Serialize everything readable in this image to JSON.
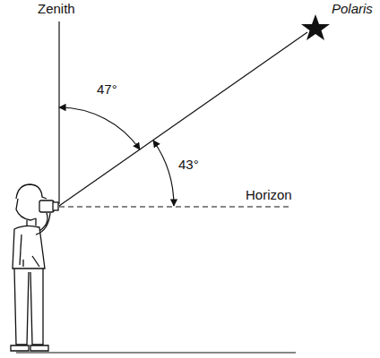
{
  "diagram": {
    "labels": [
      "Zenith",
      "Polaris",
      "47°",
      "43°",
      "Horizon"
    ]
  }
}
